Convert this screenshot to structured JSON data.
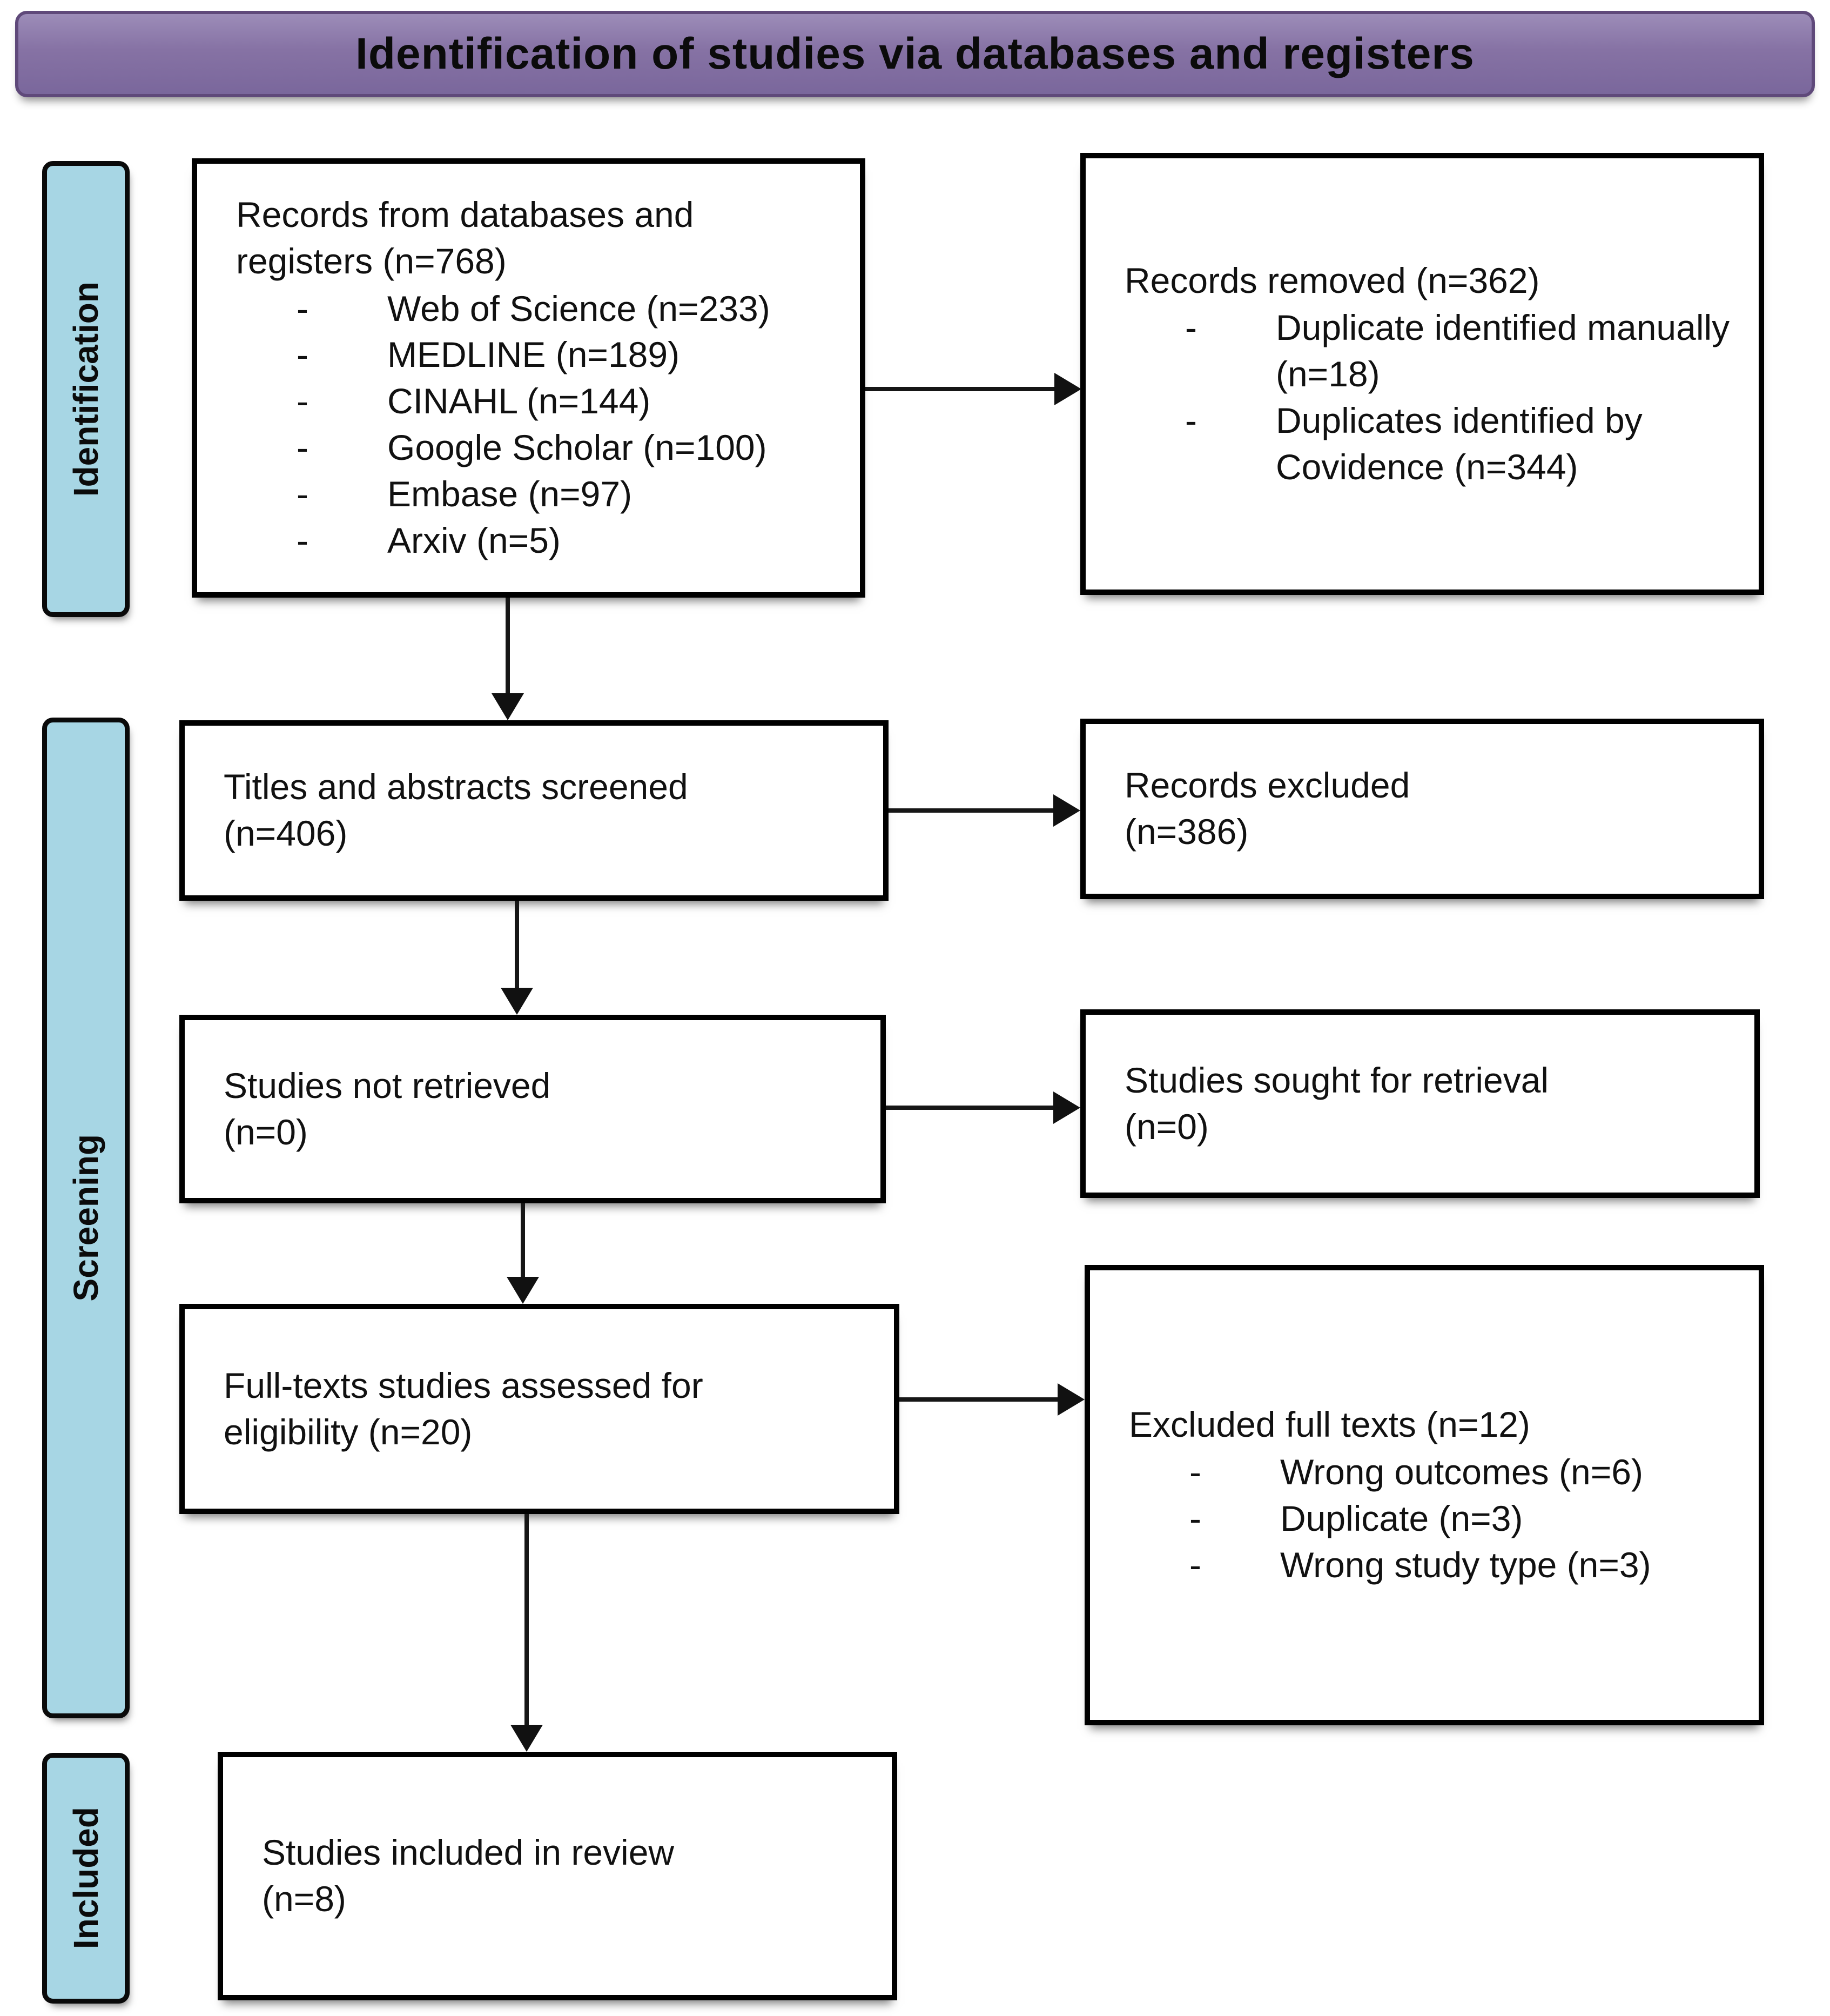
{
  "banner": {
    "title": "Identification of studies via databases and registers"
  },
  "sidebar": [
    {
      "label": "Identification"
    },
    {
      "label": "Screening"
    },
    {
      "label": "Included"
    }
  ],
  "bullet_marker": "-",
  "colors": {
    "banner_fill": "#8672a4",
    "banner_border": "#5f497a",
    "stage_fill": "#a7d6e4",
    "box_border": "#000000",
    "text": "#111111"
  },
  "boxes": {
    "records_from_databases": {
      "lines": [
        "Records from databases and",
        "registers (n=768)"
      ],
      "bullets": [
        "Web of Science (n=233)",
        "MEDLINE (n=189)",
        "CINAHL (n=144)",
        "Google Scholar (n=100)",
        "Embase (n=97)",
        "Arxiv (n=5)"
      ]
    },
    "records_removed": {
      "lines": [
        "Records removed (n=362)"
      ],
      "bullets": [
        "Duplicate identified manually (n=18)",
        "Duplicates identified by Covidence (n=344)"
      ]
    },
    "titles_abstracts_screened": {
      "lines": [
        "Titles and abstracts screened",
        "(n=406)"
      ]
    },
    "records_excluded": {
      "lines": [
        "Records excluded",
        "(n=386)"
      ]
    },
    "studies_not_retrieved": {
      "lines": [
        "Studies not retrieved",
        "(n=0)"
      ]
    },
    "studies_sought_for_retrieval": {
      "lines": [
        "Studies sought for retrieval",
        "(n=0)"
      ]
    },
    "full_texts_assessed": {
      "lines": [
        "Full-texts studies assessed for",
        "eligibility (n=20)"
      ]
    },
    "excluded_full_texts": {
      "lines": [
        "Excluded full texts (n=12)"
      ],
      "bullets": [
        "Wrong outcomes (n=6)",
        "Duplicate (n=3)",
        "Wrong study type (n=3)"
      ]
    },
    "studies_included": {
      "lines": [
        "Studies included in review",
        "(n=8)"
      ]
    }
  }
}
